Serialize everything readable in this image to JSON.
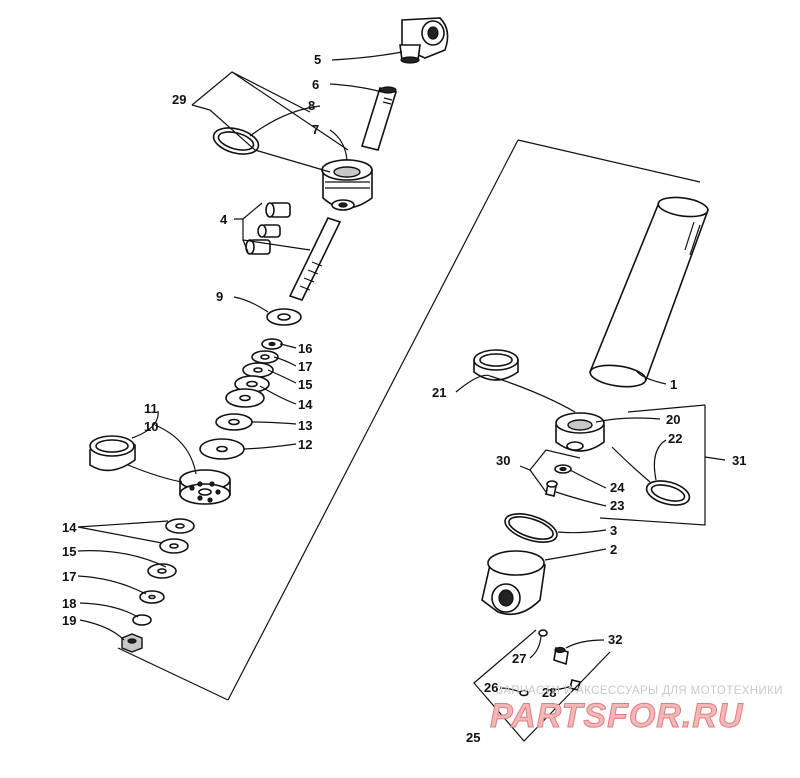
{
  "callouts": [
    {
      "id": "c1",
      "text": "1"
    },
    {
      "id": "c2",
      "text": "2"
    },
    {
      "id": "c3",
      "text": "3"
    },
    {
      "id": "c4",
      "text": "4"
    },
    {
      "id": "c5",
      "text": "5"
    },
    {
      "id": "c6",
      "text": "6"
    },
    {
      "id": "c7",
      "text": "7"
    },
    {
      "id": "c8",
      "text": "8"
    },
    {
      "id": "c9",
      "text": "9"
    },
    {
      "id": "c10",
      "text": "10"
    },
    {
      "id": "c11",
      "text": "11"
    },
    {
      "id": "c12",
      "text": "12"
    },
    {
      "id": "c13",
      "text": "13"
    },
    {
      "id": "c14a",
      "text": "14"
    },
    {
      "id": "c14b",
      "text": "14"
    },
    {
      "id": "c15a",
      "text": "15"
    },
    {
      "id": "c15b",
      "text": "15"
    },
    {
      "id": "c16",
      "text": "16"
    },
    {
      "id": "c17a",
      "text": "17"
    },
    {
      "id": "c17b",
      "text": "17"
    },
    {
      "id": "c18",
      "text": "18"
    },
    {
      "id": "c19",
      "text": "19"
    },
    {
      "id": "c20",
      "text": "20"
    },
    {
      "id": "c21",
      "text": "21"
    },
    {
      "id": "c22",
      "text": "22"
    },
    {
      "id": "c23",
      "text": "23"
    },
    {
      "id": "c24",
      "text": "24"
    },
    {
      "id": "c25",
      "text": "25"
    },
    {
      "id": "c26",
      "text": "26"
    },
    {
      "id": "c27",
      "text": "27"
    },
    {
      "id": "c28",
      "text": "28"
    },
    {
      "id": "c29",
      "text": "29"
    },
    {
      "id": "c30",
      "text": "30"
    },
    {
      "id": "c31",
      "text": "31"
    },
    {
      "id": "c32",
      "text": "32"
    }
  ],
  "watermark": {
    "tagline": "ЗАПЧАСТИ И АКСЕССУАРЫ ДЛЯ МОТОТЕХНИКИ",
    "brand": "PARTSFOR.RU"
  },
  "colors": {
    "line": "#111111",
    "watermark_text": "#c9c9c9",
    "watermark_brand": "#f3b7b7"
  }
}
